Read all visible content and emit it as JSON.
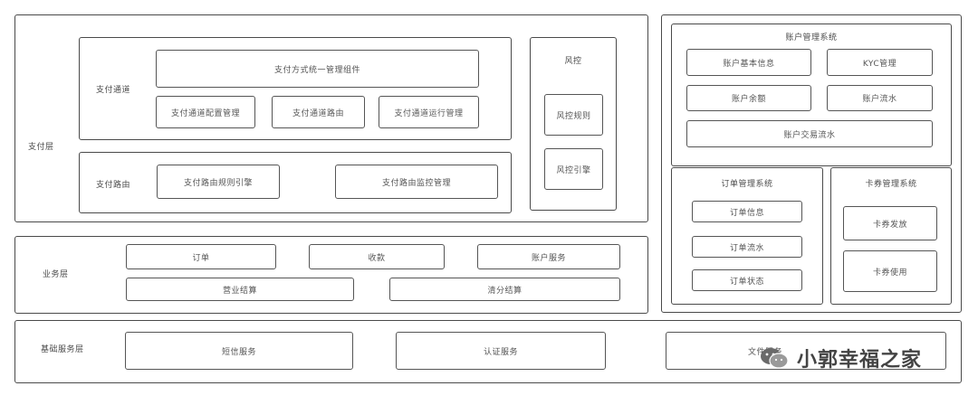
{
  "payment_layer": {
    "label": "支付层",
    "channel_group": {
      "label": "支付通道",
      "unified": "支付方式统一管理组件",
      "items": [
        "支付通道配置管理",
        "支付通道路由",
        "支付通道运行管理"
      ]
    },
    "route_group": {
      "label": "支付路由",
      "items": [
        "支付路由规则引擎",
        "支付路由监控管理"
      ]
    },
    "risk_group": {
      "title": "风控",
      "items": [
        "风控规则",
        "风控引擎"
      ]
    }
  },
  "business_layer": {
    "label": "业务层",
    "row1": [
      "订单",
      "收款",
      "账户服务"
    ],
    "row2": [
      "营业结算",
      "清分结算"
    ]
  },
  "base_layer": {
    "label": "基础服务层",
    "items": [
      "短信服务",
      "认证服务",
      "文件服务"
    ]
  },
  "account_system": {
    "title": "账户管理系统",
    "items": [
      "账户基本信息",
      "KYC管理",
      "账户余额",
      "账户流水",
      "账户交易流水"
    ]
  },
  "order_system": {
    "title": "订单管理系统",
    "items": [
      "订单信息",
      "订单流水",
      "订单状态"
    ]
  },
  "card_system": {
    "title": "卡券管理系统",
    "items": [
      "卡券发放",
      "卡券使用"
    ]
  },
  "watermark": {
    "text": "小郭幸福之家",
    "icon": "wechat-logo-icon"
  }
}
